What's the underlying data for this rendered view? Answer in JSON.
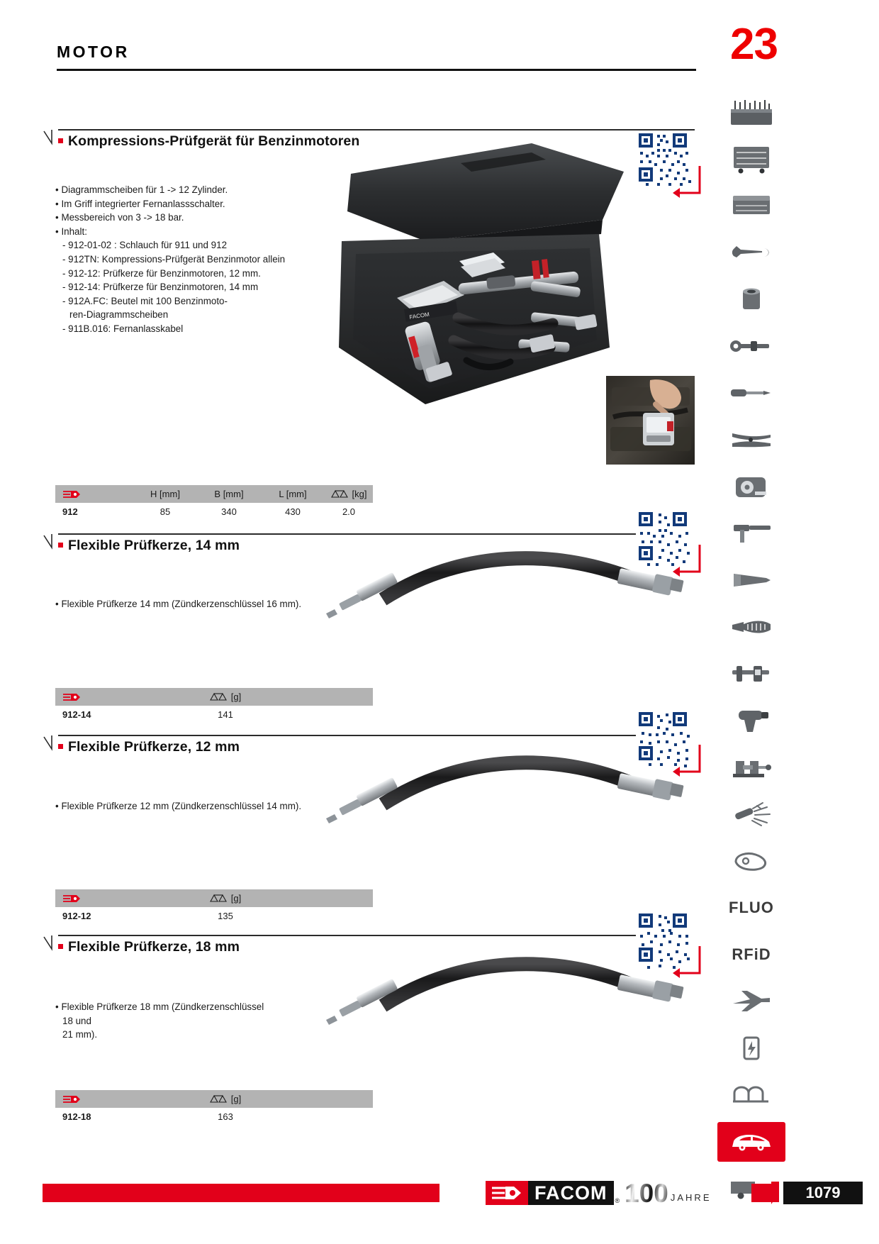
{
  "header": {
    "category": "MOTOR",
    "chapter_number": "23"
  },
  "sections": [
    {
      "id": "kompressions-pruefgeraet",
      "title": "Kompressions-Prüfgerät für Benzinmotoren",
      "bullets": [
        {
          "type": "dot",
          "text": "Diagrammscheiben für 1 -> 12 Zylinder."
        },
        {
          "type": "dot",
          "text": "Im Griff integrierter Fernanlassschalter."
        },
        {
          "type": "dot",
          "text": "Messbereich von 3 -> 18 bar."
        },
        {
          "type": "dot",
          "text": "Inhalt:"
        },
        {
          "type": "dash",
          "text": "- 912-01-02 : Schlauch für 911 und 912"
        },
        {
          "type": "dash",
          "text": "- 912TN: Kompressions-Prüfgerät Benzinmotor allein"
        },
        {
          "type": "dash",
          "text": "- 912-12: Prüfkerze für Benzinmotoren, 12 mm."
        },
        {
          "type": "dash",
          "text": "- 912-14: Prüfkerze für Benzinmotoren, 14 mm"
        },
        {
          "type": "dash",
          "text": "- 912A.FC: Beutel mit 100 Benzinmoto-"
        },
        {
          "type": "cont",
          "text": "ren-Diagrammscheiben"
        },
        {
          "type": "dash",
          "text": "- 911B.016: Fernanlasskabel"
        }
      ],
      "table": {
        "headers": [
          "ref-icon",
          "H [mm]",
          "B [mm]",
          "L [mm]",
          "weight-icon [kg]"
        ],
        "rows": [
          {
            "ref": "912",
            "values": [
              "85",
              "340",
              "430",
              "2.0"
            ]
          }
        ]
      }
    },
    {
      "id": "pruefkerze-14",
      "title": "Flexible Prüfkerze, 14 mm",
      "bullets": [
        {
          "type": "dot",
          "text": "Flexible Prüfkerze 14 mm (Zündkerzenschlüssel 16 mm)."
        }
      ],
      "table": {
        "headers": [
          "ref-icon",
          "weight-icon [g]"
        ],
        "rows": [
          {
            "ref": "912-14",
            "values": [
              "141"
            ]
          }
        ]
      }
    },
    {
      "id": "pruefkerze-12",
      "title": "Flexible Prüfkerze, 12 mm",
      "bullets": [
        {
          "type": "dot",
          "text": "Flexible Prüfkerze 12 mm (Zündkerzenschlüssel 14 mm)."
        }
      ],
      "table": {
        "headers": [
          "ref-icon",
          "weight-icon [g]"
        ],
        "rows": [
          {
            "ref": "912-12",
            "values": [
              "135"
            ]
          }
        ]
      }
    },
    {
      "id": "pruefkerze-18",
      "title": "Flexible Prüfkerze, 18 mm",
      "bullets": [
        {
          "type": "dot",
          "text": "Flexible Prüfkerze 18 mm (Zündkerzenschlüssel"
        },
        {
          "type": "cont",
          "text": "18 und"
        },
        {
          "type": "cont",
          "text": "21 mm)."
        }
      ],
      "table": {
        "headers": [
          "ref-icon",
          "weight-icon [g]"
        ],
        "rows": [
          {
            "ref": "912-18",
            "values": [
              "163"
            ]
          }
        ]
      }
    }
  ],
  "table_labels": {
    "h_mm": "H [mm]",
    "b_mm": "B [mm]",
    "l_mm": "L [mm]",
    "weight_kg": "[kg]",
    "weight_g": "[g]"
  },
  "sidebar": {
    "items": [
      {
        "icon": "toolbox-set-icon",
        "label": ""
      },
      {
        "icon": "roller-cabinet-icon",
        "label": ""
      },
      {
        "icon": "tool-chest-icon",
        "label": ""
      },
      {
        "icon": "wrench-icon",
        "label": ""
      },
      {
        "icon": "socket-icon",
        "label": ""
      },
      {
        "icon": "torque-wrench-icon",
        "label": ""
      },
      {
        "icon": "screwdriver-icon",
        "label": ""
      },
      {
        "icon": "pliers-icon",
        "label": ""
      },
      {
        "icon": "tape-measure-icon",
        "label": ""
      },
      {
        "icon": "hammer-icon",
        "label": ""
      },
      {
        "icon": "file-icon",
        "label": ""
      },
      {
        "icon": "riveter-icon",
        "label": ""
      },
      {
        "icon": "caliper-icon",
        "label": ""
      },
      {
        "icon": "impact-wrench-icon",
        "label": ""
      },
      {
        "icon": "bench-vice-icon",
        "label": ""
      },
      {
        "icon": "grinder-sparks-icon",
        "label": ""
      },
      {
        "icon": "safety-icon",
        "label": ""
      },
      {
        "icon": "fluo-icon",
        "label": "FLUO"
      },
      {
        "icon": "rfid-icon",
        "label": "RFiD"
      },
      {
        "icon": "aviation-icon",
        "label": ""
      },
      {
        "icon": "electrical-icon",
        "label": ""
      },
      {
        "icon": "pipe-icon",
        "label": ""
      },
      {
        "icon": "car-icon",
        "label": "",
        "highlighted": true
      },
      {
        "icon": "truck-icon",
        "label": ""
      }
    ]
  },
  "footer": {
    "brand": "FACOM",
    "registered": "®",
    "anniversary_number": "100",
    "anniversary_word": "JAHRE",
    "page_number": "1079"
  },
  "colors": {
    "brand_red": "#e2001a",
    "page_red": "#ee0000",
    "table_header_gray": "#b3b3b3",
    "text": "#1b1b1b"
  }
}
